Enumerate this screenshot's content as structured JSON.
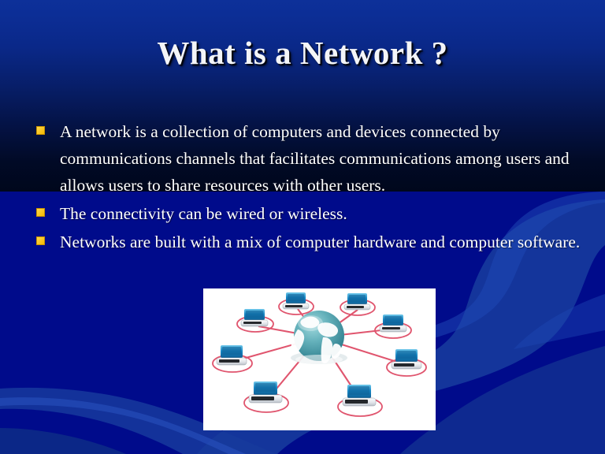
{
  "slide": {
    "title": "What is a Network ?",
    "bullets": [
      "A network is a collection of computers and devices connected by communications channels that facilitates communications among users and allows users to share resources with other users.",
      "The connectivity can be wired or wireless.",
      "Networks are built with a mix of computer hardware and computer software."
    ]
  },
  "figure": {
    "name": "network-topology-diagram",
    "description": "Star topology network diagram: a central globe connected by red links to eight desktop computers, each encircled by a pink ellipse.",
    "center_node": "globe",
    "node_count": 8,
    "link_count": 8
  },
  "colors": {
    "background_top": "#0d3099",
    "background_mid_dark": "#00071c",
    "background_bottom": "#000b8b",
    "swoosh": "#16399c",
    "swoosh_light": "#1d47b4",
    "bullet_marker": "#ffcc22",
    "title_text": "#f4f5f8",
    "body_text": "#ffffff",
    "figure_background": "#ffffff",
    "link_line": "#e0556e",
    "globe_ocean": "#53a7b2",
    "globe_land": "#ffffff",
    "monitor_blue": "#1e8fc6"
  }
}
